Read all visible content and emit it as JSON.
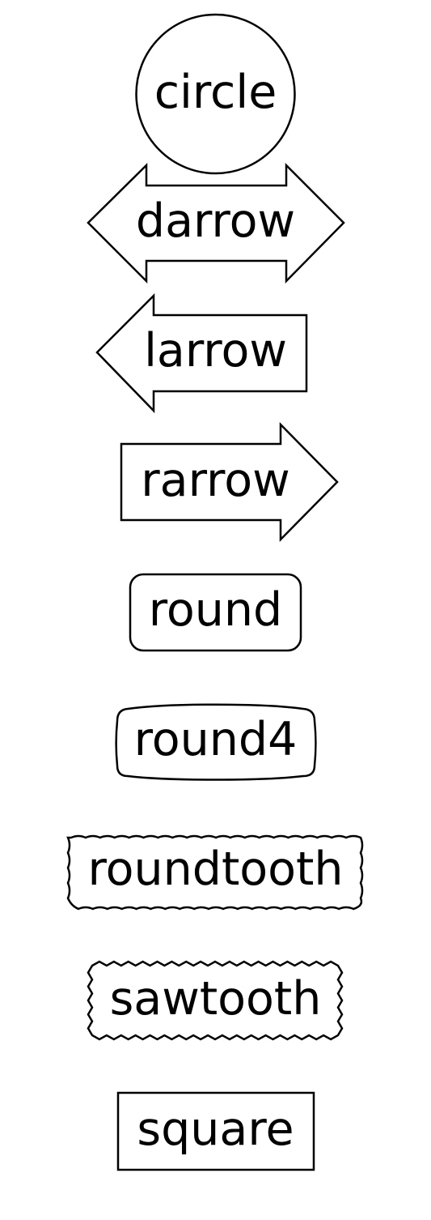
{
  "boxstyles": [
    {
      "id": "circle",
      "label": "circle"
    },
    {
      "id": "darrow",
      "label": "darrow"
    },
    {
      "id": "larrow",
      "label": "larrow"
    },
    {
      "id": "rarrow",
      "label": "rarrow"
    },
    {
      "id": "round",
      "label": "round"
    },
    {
      "id": "round4",
      "label": "round4"
    },
    {
      "id": "roundtooth",
      "label": "roundtooth"
    },
    {
      "id": "sawtooth",
      "label": "sawtooth"
    },
    {
      "id": "square",
      "label": "square"
    }
  ],
  "colors": {
    "background": "#ffffff",
    "stroke": "#000000",
    "fill": "#ffffff",
    "text": "#000000"
  }
}
